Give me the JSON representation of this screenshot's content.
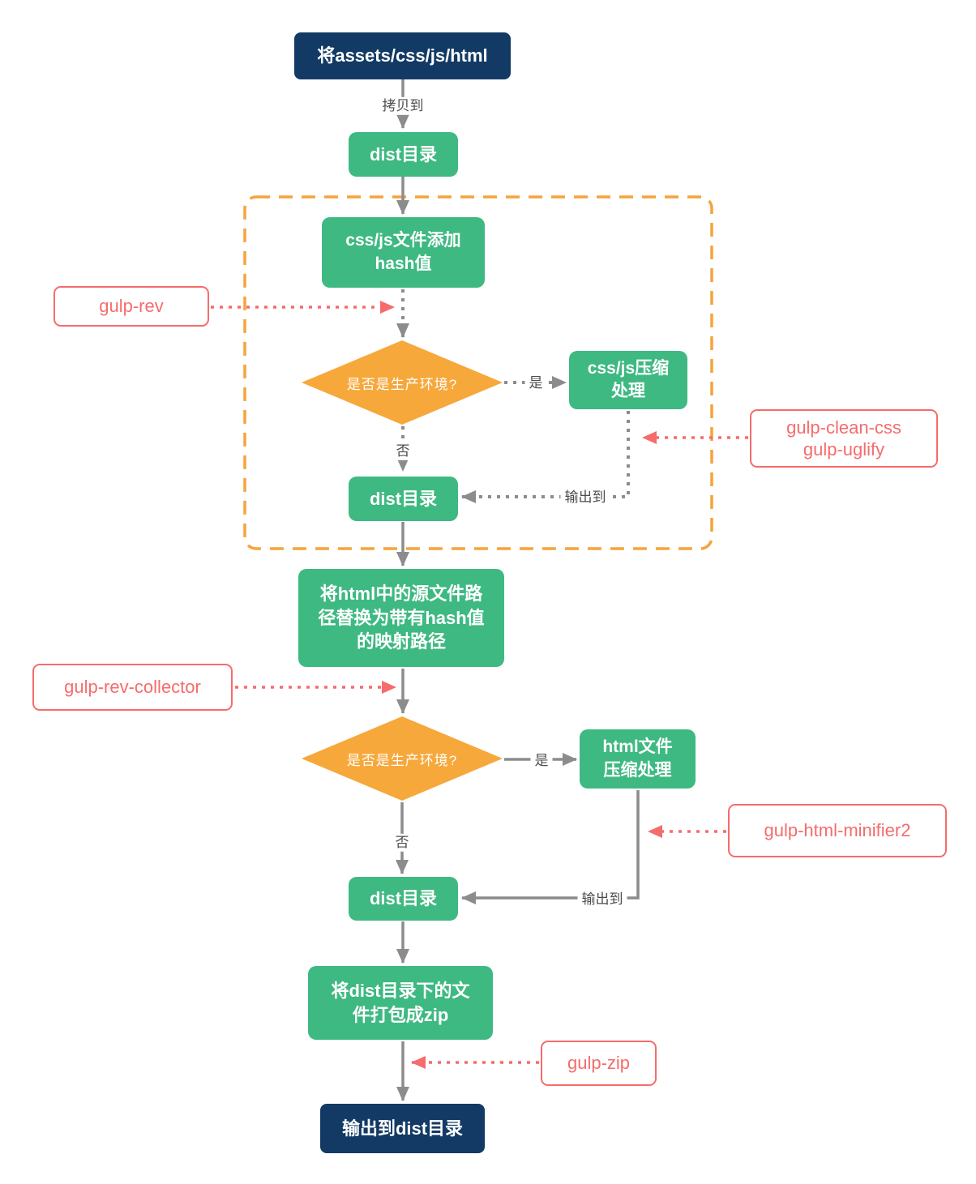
{
  "diagram": {
    "nodes": {
      "start": "将assets/css/js/html",
      "dist_copy": "dist目录",
      "add_hash": "css/js文件添加\nhash值",
      "decision_env_1": "是否是生产环境?",
      "css_js_compress": "css/js压缩\n处理",
      "dist_rev": "dist目录",
      "html_replace": "将html中的源文件路\n径替换为带有hash值\n的映射路径",
      "decision_env_2": "是否是生产环境?",
      "html_compress": "html文件\n压缩处理",
      "dist_html": "dist目录",
      "zip_pack": "将dist目录下的文\n件打包成zip",
      "end": "输出到dist目录"
    },
    "plugins": {
      "gulp_rev": "gulp-rev",
      "gulp_clean_uglify": "gulp-clean-css\ngulp-uglify",
      "gulp_rev_collector": "gulp-rev-collector",
      "gulp_html_minifier": "gulp-html-minifier2",
      "gulp_zip": "gulp-zip"
    },
    "edge_labels": {
      "copy_to": "拷贝到",
      "yes_1": "是",
      "no_1": "否",
      "output_to_1": "输出到",
      "yes_2": "是",
      "no_2": "否",
      "output_to_2": "输出到"
    },
    "colors": {
      "navy": "#123a64",
      "green": "#3eb982",
      "orange_diamond": "#f6a83b",
      "dashed_border": "#f5a43c",
      "red_accent": "#f56c6c",
      "line_gray": "#8c8c8c",
      "label_text": "#4d4d4d"
    }
  }
}
